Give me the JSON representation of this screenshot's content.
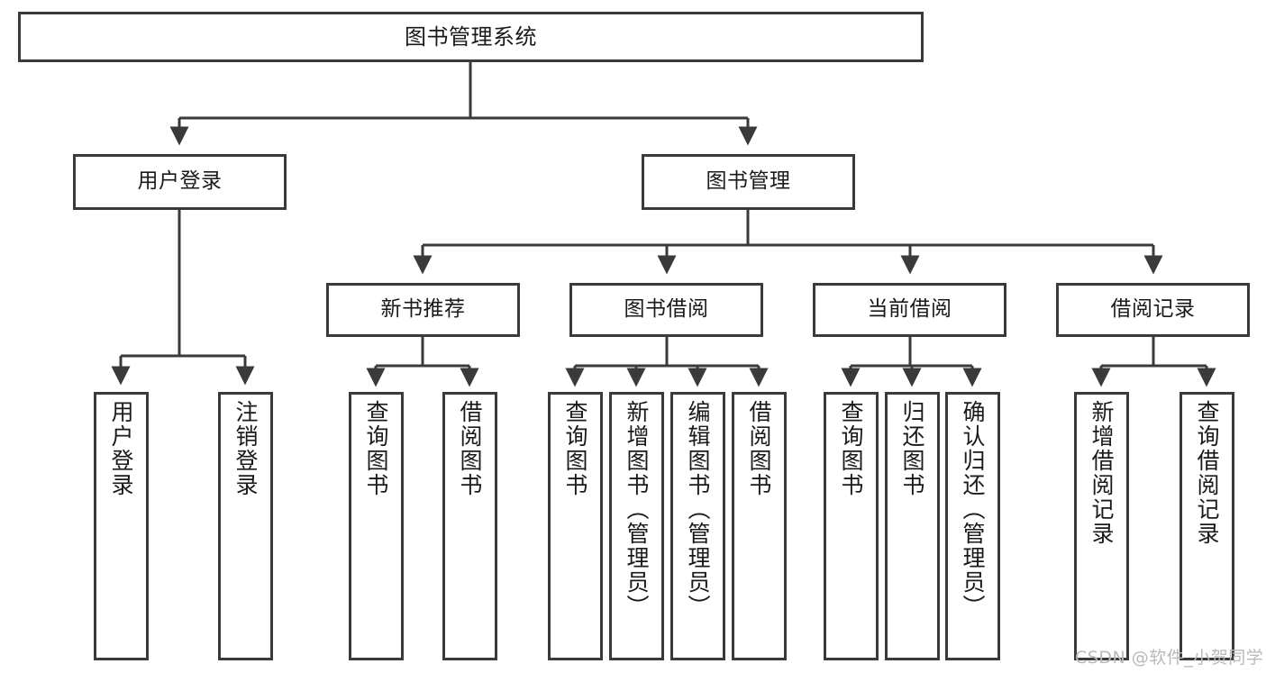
{
  "diagram": {
    "type": "tree-hierarchy-chart",
    "title": "图书管理系统",
    "watermark": "CSDN @软件_小贺同学",
    "colors": {
      "box_border": "#3a3a3a",
      "box_fill": "#ffffff",
      "connector": "#3a3a3a",
      "text": "#1a1a1a",
      "watermark": "#b9b9b9"
    },
    "levels": {
      "root": {
        "label": "图书管理系统"
      },
      "level2": [
        {
          "label": "用户登录"
        },
        {
          "label": "图书管理"
        }
      ],
      "level3": [
        {
          "label": "新书推荐"
        },
        {
          "label": "图书借阅"
        },
        {
          "label": "当前借阅"
        },
        {
          "label": "借阅记录"
        }
      ],
      "leaves_user_login": [
        {
          "label": "用户登录"
        },
        {
          "label": "注销登录"
        }
      ],
      "leaves_new_book": [
        {
          "label": "查询图书"
        },
        {
          "label": "借阅图书"
        }
      ],
      "leaves_borrow": [
        {
          "label": "查询图书"
        },
        {
          "label": "新增图书（管理员）"
        },
        {
          "label": "编辑图书（管理员）"
        },
        {
          "label": "借阅图书"
        }
      ],
      "leaves_current": [
        {
          "label": "查询图书"
        },
        {
          "label": "归还图书"
        },
        {
          "label": "确认归还（管理员）"
        }
      ],
      "leaves_records": [
        {
          "label": "新增借阅记录"
        },
        {
          "label": "查询借阅记录"
        }
      ]
    }
  }
}
